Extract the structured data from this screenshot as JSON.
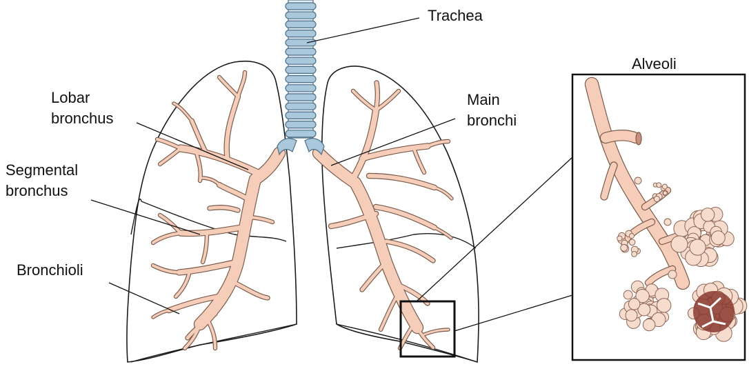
{
  "labels": {
    "trachea": "Trachea",
    "lobar_bronchus": [
      "Lobar",
      "bronchus"
    ],
    "main_bronchi": [
      "Main",
      "bronchi"
    ],
    "segmental_bronchus": [
      "Segmental",
      "bronchus"
    ],
    "bronchioli": "Bronchioli",
    "alveoli": "Alveoli"
  },
  "colors": {
    "bronchus_fill": "#f6cdb8",
    "bronchus_outline": "#7a5a4a",
    "trachea_ring": "#aac8dc",
    "trachea_ring_outline": "#4c6f87",
    "alveoli_fill": "#f6dccd",
    "alveoli_cut": "#8a3a2e",
    "line": "#111111"
  }
}
